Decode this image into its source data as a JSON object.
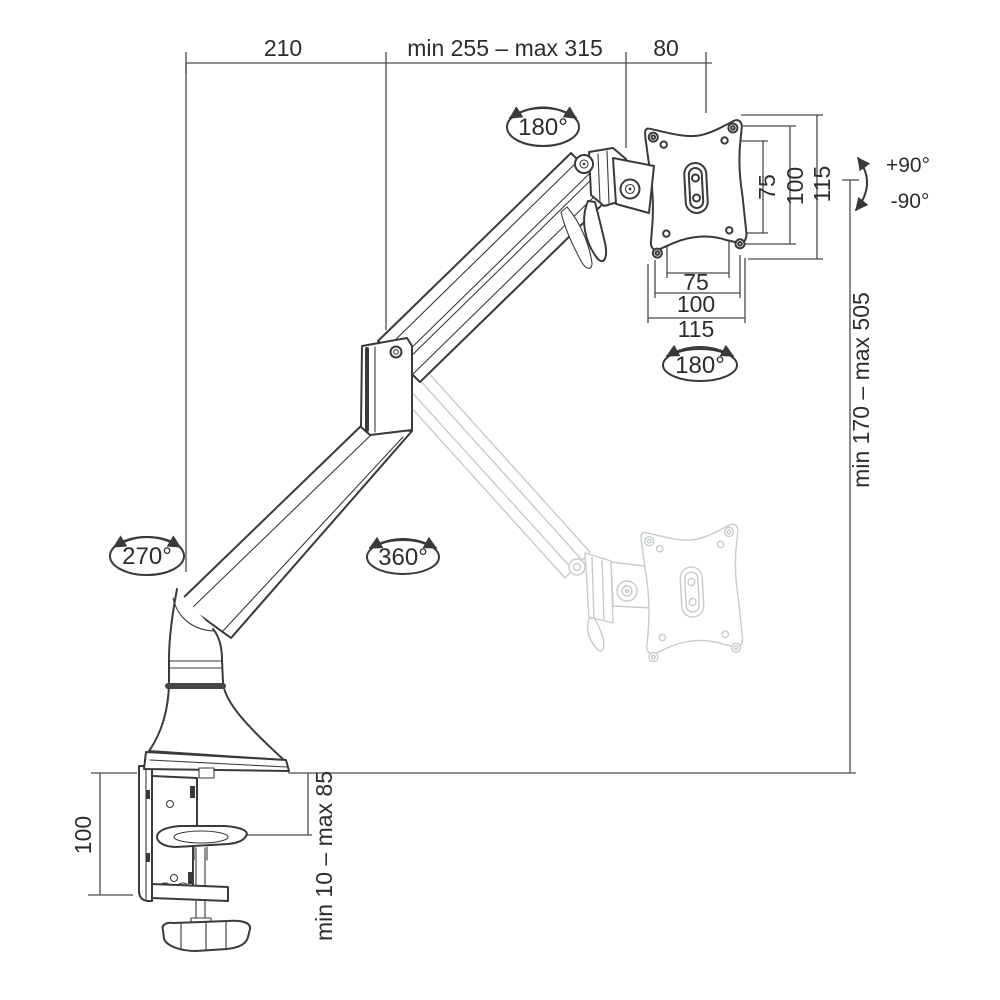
{
  "colors": {
    "line": "#3a3a3a",
    "dimension_line": "#4a4a4a",
    "ghost_position": "#c6cbce",
    "text": "#2d2d2d",
    "background": "#ffffff"
  },
  "dims": {
    "top_left": "210",
    "top_mid": "min 255 – max 315",
    "top_right": "80",
    "vesa_v": [
      "75",
      "100",
      "115"
    ],
    "vesa_h": [
      "75",
      "100",
      "115"
    ],
    "height": "min 170 – max 505",
    "clamp": "100",
    "desk": "min 10 – max 85"
  },
  "rot": {
    "head": "180°",
    "plate": "180°",
    "base": "270°",
    "elbow": "360°",
    "tilt_up": "+90°",
    "tilt_down": "-90°"
  }
}
